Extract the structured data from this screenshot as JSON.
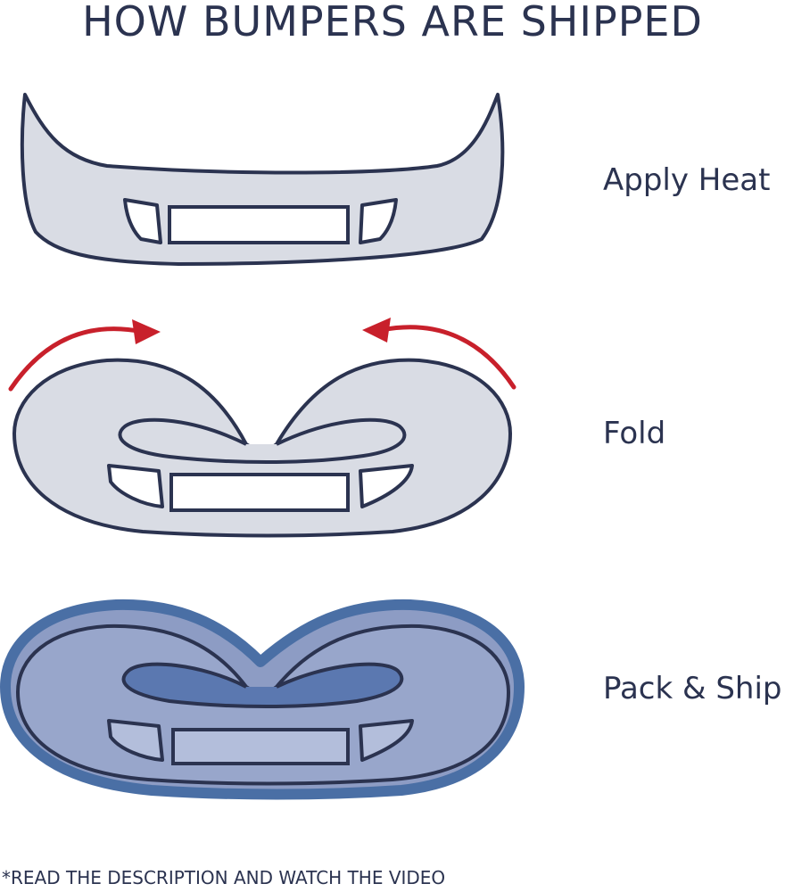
{
  "title": "HOW BUMPERS ARE SHIPPED",
  "steps": [
    {
      "label": "Apply Heat"
    },
    {
      "label": "Fold"
    },
    {
      "label": "Pack & Ship"
    }
  ],
  "footer_note": "*READ THE DESCRIPTION AND WATCH THE VIDEO",
  "colors": {
    "text": "#2b3350",
    "outline": "#2b3350",
    "bumper_fill": "#d9dce4",
    "arrow": "#c8202b",
    "package_outline": "#4a6fa5",
    "package_fill": "#8d9cc4",
    "package_inner": "#5b78b0"
  },
  "icons": [
    "bumper-flat",
    "bumper-folded",
    "fold-arrow-left",
    "fold-arrow-right",
    "bumper-packed"
  ]
}
